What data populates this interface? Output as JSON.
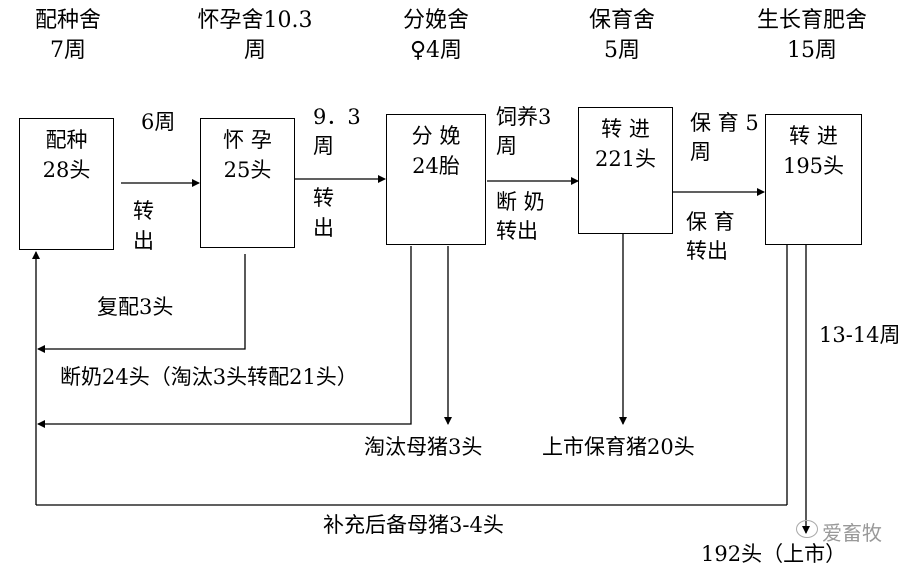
{
  "headers": [
    {
      "name": "配种舍",
      "duration": "7周"
    },
    {
      "name": "怀孕舍10.3",
      "duration": "周"
    },
    {
      "name": "分娩舍",
      "duration": "♀4周"
    },
    {
      "name": "保育舍",
      "duration": "5周"
    },
    {
      "name": "生长育肥舍",
      "duration": "15周"
    }
  ],
  "boxes": [
    {
      "line1": "配种",
      "line2": "28头"
    },
    {
      "line1": "怀 孕",
      "line2": "25头"
    },
    {
      "line1": "分 娩",
      "line2": "24胎"
    },
    {
      "line1": "转 进",
      "line2": "221头"
    },
    {
      "line1": "转 进",
      "line2": "195头"
    }
  ],
  "transitions": {
    "t1_top": "6周",
    "t1_bottom_1": "转",
    "t1_bottom_2": "出",
    "t2_top_1": "9．3",
    "t2_top_2": "周",
    "t2_bottom_1": "转",
    "t2_bottom_2": "出",
    "t3_top_1": "饲养3",
    "t3_top_2": "周",
    "t3_bottom_1": "断 奶",
    "t3_bottom_2": "转出",
    "t4_top_1": "保 育 5",
    "t4_top_2": "周",
    "t4_bottom_1": "保 育",
    "t4_bottom_2": "转出"
  },
  "flows": {
    "rebreed": "复配3头",
    "weaning": "断奶24头（淘汰3头转配21头）",
    "cull_sows": "淘汰母猪3头",
    "nursery_sale": "上市保育猪20头",
    "finishing_period": "13-14周",
    "replacement": "补充后备母猪3-4头",
    "market": "192头（上市）"
  },
  "watermark": {
    "text": "爱畜牧"
  }
}
